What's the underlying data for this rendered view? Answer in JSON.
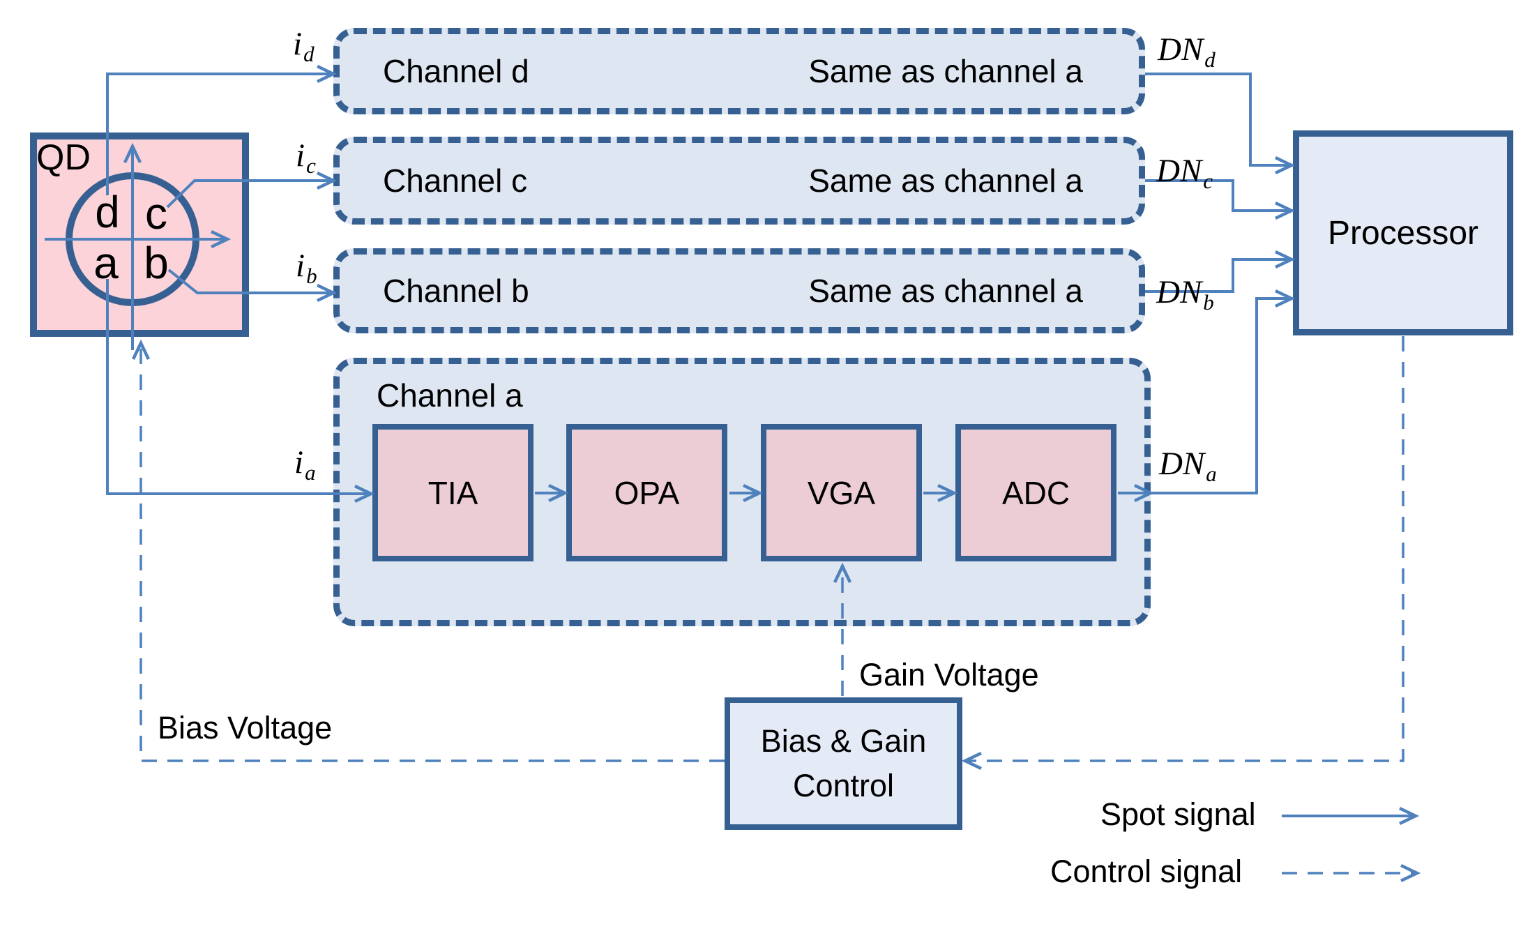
{
  "colors": {
    "wire": "#4f81bd",
    "border": "#376092",
    "channel_fill": "#dee6f2",
    "block_fill": "#eccdd6",
    "qd_fill": "#fcd3d9",
    "box_fill": "#e4ebf6",
    "text": "#000000"
  },
  "qd": {
    "label": "QD",
    "quadrants": [
      "d",
      "c",
      "a",
      "b"
    ]
  },
  "channels": [
    {
      "label": "Channel d",
      "note": "Same as channel a"
    },
    {
      "label": "Channel c",
      "note": "Same as channel a"
    },
    {
      "label": "Channel b",
      "note": "Same as channel a"
    }
  ],
  "channel_a": {
    "label": "Channel a",
    "blocks": [
      "TIA",
      "OPA",
      "VGA",
      "ADC"
    ]
  },
  "processor": {
    "label": "Processor"
  },
  "bias_gain_control": {
    "line1": "Bias & Gain",
    "line2": "Control"
  },
  "signals": {
    "i_d": {
      "base": "i",
      "sub": "d"
    },
    "i_c": {
      "base": "i",
      "sub": "c"
    },
    "i_b": {
      "base": "i",
      "sub": "b"
    },
    "i_a": {
      "base": "i",
      "sub": "a"
    },
    "dn_d": {
      "base": "DN",
      "sub": "d"
    },
    "dn_c": {
      "base": "DN",
      "sub": "c"
    },
    "dn_b": {
      "base": "DN",
      "sub": "b"
    },
    "dn_a": {
      "base": "DN",
      "sub": "a"
    }
  },
  "annotations": {
    "gain_voltage": "Gain Voltage",
    "bias_voltage": "Bias Voltage"
  },
  "legend": {
    "spot": {
      "label": "Spot signal",
      "style": "solid"
    },
    "control": {
      "label": "Control signal",
      "style": "dashed"
    }
  }
}
